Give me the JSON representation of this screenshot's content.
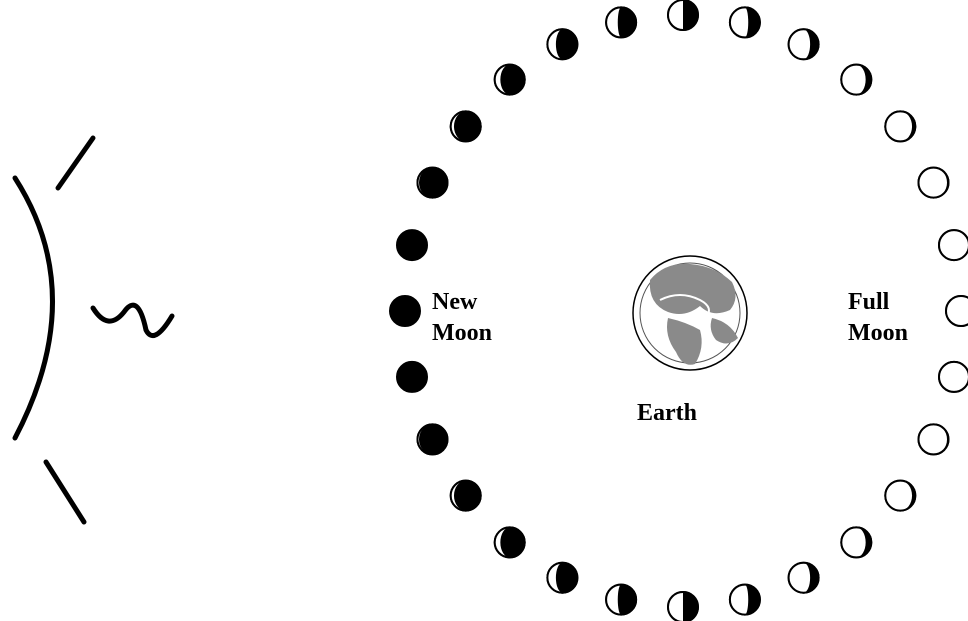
{
  "labels": {
    "new_moon_line1": "New",
    "new_moon_line2": "Moon",
    "full_moon_line1": "Full",
    "full_moon_line2": "Moon",
    "earth": "Earth"
  },
  "colors": {
    "ink": "#000000",
    "background": "#ffffff",
    "earth_land": "#8a8a8a"
  },
  "diagram": {
    "sun_side": "left",
    "moon_phase_count": 28
  }
}
